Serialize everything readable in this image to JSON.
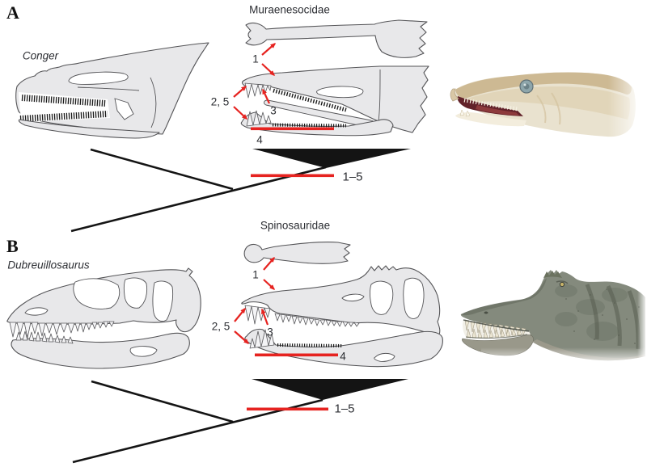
{
  "figure": {
    "colors": {
      "annotation_red": "#e62320",
      "bone_fill": "#e8e8ea",
      "bone_outline": "#545457",
      "cladogram_black": "#141414",
      "label_color": "#2c2e33"
    },
    "panel_a": {
      "letter": "A",
      "taxon": "Conger",
      "family": "Muraenesocidae",
      "callouts": {
        "c1": "1",
        "c2_5": "2, 5",
        "c3": "3",
        "c4": "4"
      },
      "clade_range": "1–5"
    },
    "panel_b": {
      "letter": "B",
      "taxon": "Dubreuillosaurus",
      "family": "Spinosauridae",
      "callouts": {
        "c1": "1",
        "c2_5": "2, 5",
        "c3": "3",
        "c4": "4"
      },
      "clade_range": "1–5"
    },
    "images": {
      "panel_a_left": "conger-skull-line-drawing",
      "panel_a_middle_top": "muraenesocid-neurocranium-dorsal-view",
      "panel_a_middle": "muraenesocid-skull-lateral-view",
      "panel_a_right": "pike-conger-head-photo",
      "panel_b_left": "dubreuillosaurus-skull-line-drawing",
      "panel_b_middle_top": "spinosaurid-snout-dorsal-view",
      "panel_b_middle": "spinosaurid-skull-lateral-view",
      "panel_b_right": "spinosaurid-head-reconstruction"
    }
  }
}
